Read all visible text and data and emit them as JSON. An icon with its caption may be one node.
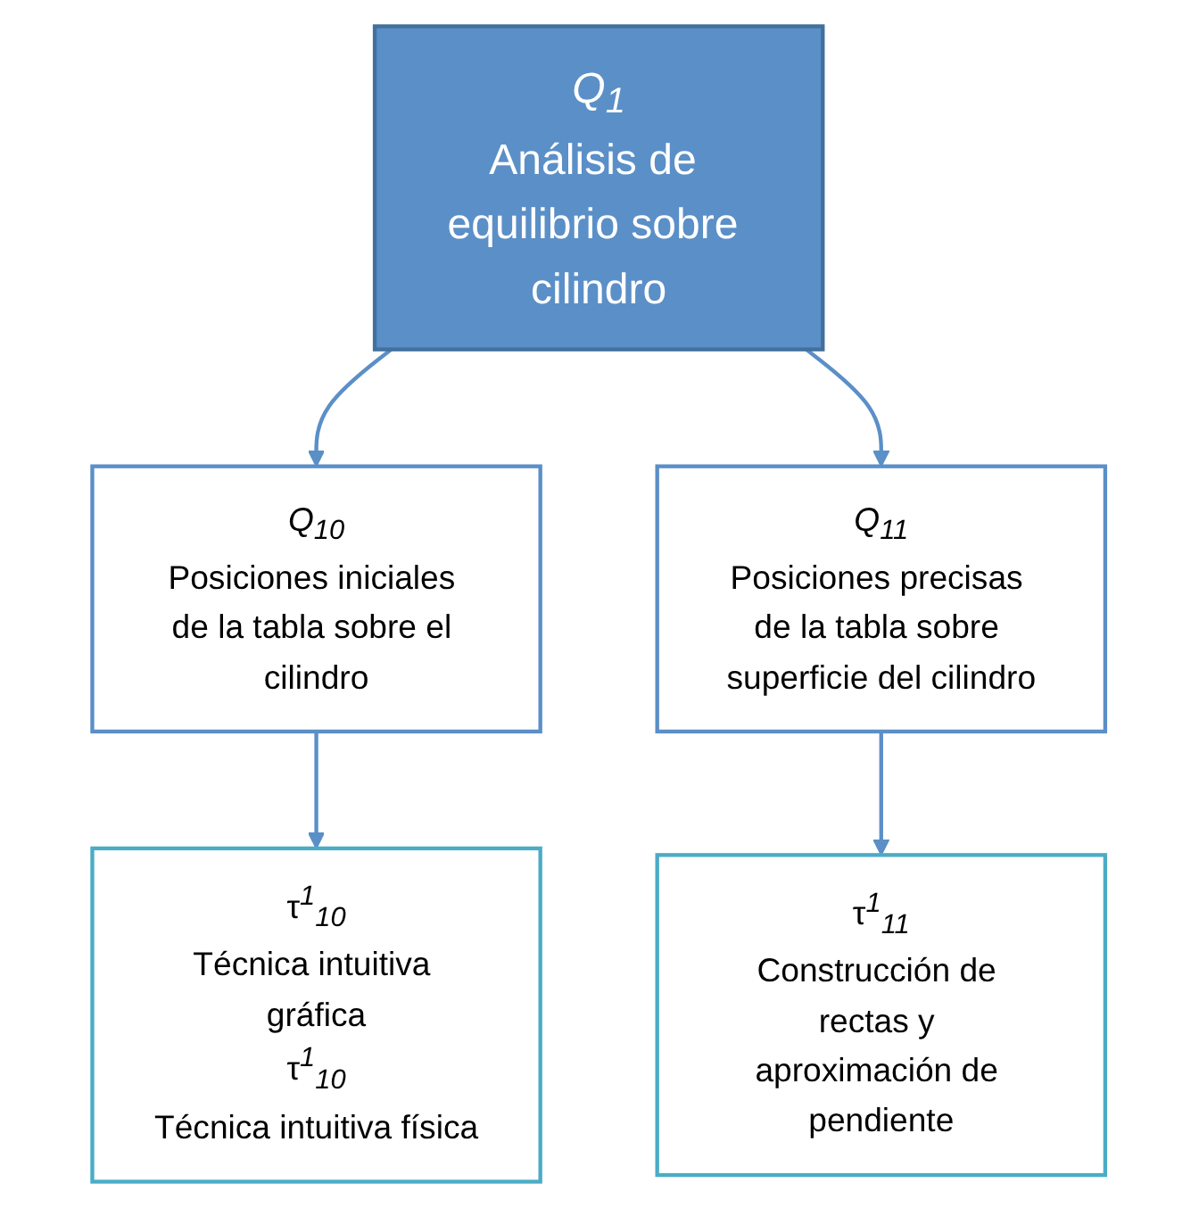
{
  "diagram": {
    "nodes": [
      {
        "text": [
          "*Q*$_{1}$",
          "Análisis de equilibrio sobre cilindro"
        ]
      },
      {
        "text": [
          "*Q*$_{10}$",
          "Posiciones iniciales de la tabla sobre el cilindro"
        ]
      },
      {
        "text": [
          "*Q*$_{11}$",
          "Posiciones precisas de la tabla sobre superficie del cilindro"
        ]
      },
      {
        "text": [
          "τ$^{1}$$_{10}$",
          "Técnica intuitiva gráfica",
          "τ$^{1}$$_{10}$",
          "Técnica intuitiva física"
        ]
      },
      {
        "text": [
          "τ$^{1}$$_{11}$",
          "Construcción de rectas y aproximación de pendiente"
        ]
      }
    ],
    "edges": [
      {
        "from": 0,
        "to": 1,
        "arrow": "to"
      },
      {
        "from": 0,
        "to": 2,
        "arrow": "to"
      },
      {
        "from": 1,
        "to": 3,
        "arrow": "to"
      },
      {
        "from": 2,
        "to": 4,
        "arrow": "to"
      }
    ]
  }
}
